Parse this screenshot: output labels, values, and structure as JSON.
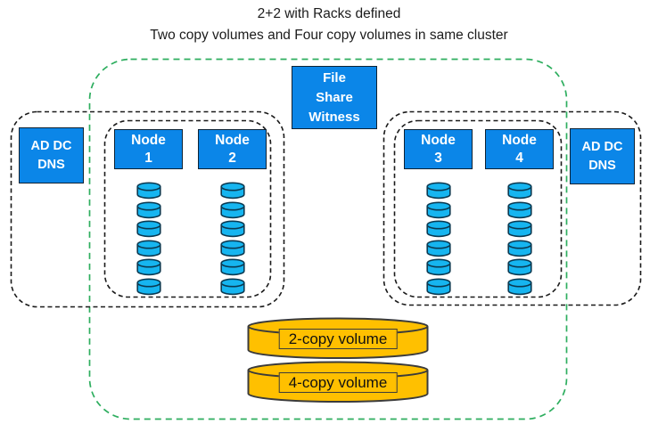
{
  "title": {
    "line1": "2+2 with Racks defined",
    "line2": "Two copy volumes and Four copy volumes in same cluster"
  },
  "witness": {
    "lines": [
      "File",
      "Share",
      "Witness"
    ]
  },
  "domain_controllers": {
    "left": {
      "lines": [
        "AD DC",
        "DNS"
      ]
    },
    "right": {
      "lines": [
        "AD DC",
        "DNS"
      ]
    }
  },
  "racks": [
    {
      "id": "rack-1",
      "nodes": [
        {
          "name": "Node",
          "number": "1",
          "disk_count": 6
        },
        {
          "name": "Node",
          "number": "2",
          "disk_count": 6
        }
      ]
    },
    {
      "id": "rack-2",
      "nodes": [
        {
          "name": "Node",
          "number": "3",
          "disk_count": 6
        },
        {
          "name": "Node",
          "number": "4",
          "disk_count": 6
        }
      ]
    }
  ],
  "volumes": [
    {
      "label": "2-copy volume"
    },
    {
      "label": "4-copy volume"
    }
  ],
  "colors": {
    "box_blue": "#0B86E8",
    "box_border": "#0E2233",
    "disk_cyan": "#16B5F0",
    "disk_outline": "#0B3A52",
    "volume_gold": "#FFC000",
    "volume_outline": "#3B3B3B",
    "cluster_green": "#2EAE5F",
    "zone_dash_black": "#1A1A1A"
  }
}
